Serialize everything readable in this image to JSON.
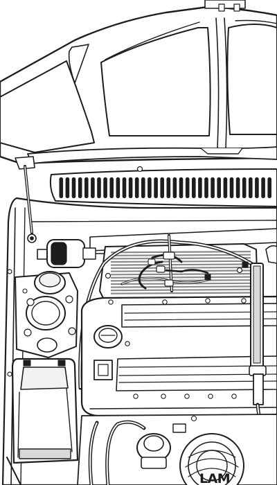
{
  "figure": {
    "caption_text": "LAM",
    "ink_color": "#1d1d1d",
    "fill_light": "#f2f2f2",
    "fill_mid": "#d9d9d9",
    "fill_dark": "#8a8a8a",
    "grille_slot_count": 34,
    "filter_rib_count": 14
  },
  "parts": [
    {
      "id": "hood",
      "icon": "open-hood"
    },
    {
      "id": "hood-stay",
      "icon": "support-rod"
    },
    {
      "id": "windshield-cowl-grille",
      "icon": "vent-slots"
    },
    {
      "id": "brake-fluid-reservoir",
      "icon": "reservoir"
    },
    {
      "id": "in-line-fuel-filter",
      "icon": "canister"
    },
    {
      "id": "air-filter-housing",
      "icon": "ribbed-box"
    },
    {
      "id": "cam-cover",
      "icon": "valve-cover"
    },
    {
      "id": "oil-filler-cap",
      "icon": "round-cap"
    },
    {
      "id": "battery",
      "icon": "battery"
    },
    {
      "id": "strut-damper",
      "icon": "damper"
    },
    {
      "id": "alternator",
      "icon": "pulley"
    },
    {
      "id": "distributor",
      "icon": "cap"
    }
  ]
}
